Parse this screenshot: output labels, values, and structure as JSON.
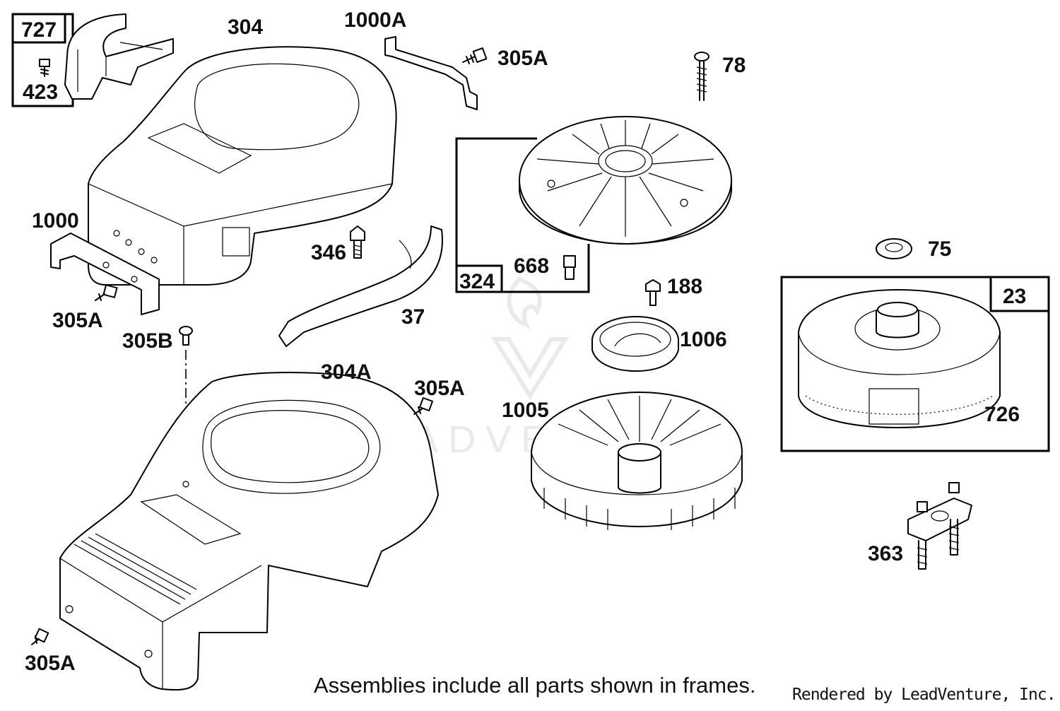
{
  "callouts": {
    "c727": "727",
    "c423": "423",
    "c304": "304",
    "c1000a": "1000A",
    "c305a_top": "305A",
    "c78": "78",
    "c1000": "1000",
    "c346": "346",
    "c324": "324",
    "c668": "668",
    "c75": "75",
    "c305a_left": "305A",
    "c37": "37",
    "c188": "188",
    "c23": "23",
    "c305b": "305B",
    "c1006": "1006",
    "c304a": "304A",
    "c305a_mid": "305A",
    "c1005": "1005",
    "c726": "726",
    "c363": "363",
    "c305a_bottom": "305A"
  },
  "footer": {
    "note": "Assemblies include all parts shown in frames.",
    "credit": "Rendered by LeadVenture, Inc."
  }
}
